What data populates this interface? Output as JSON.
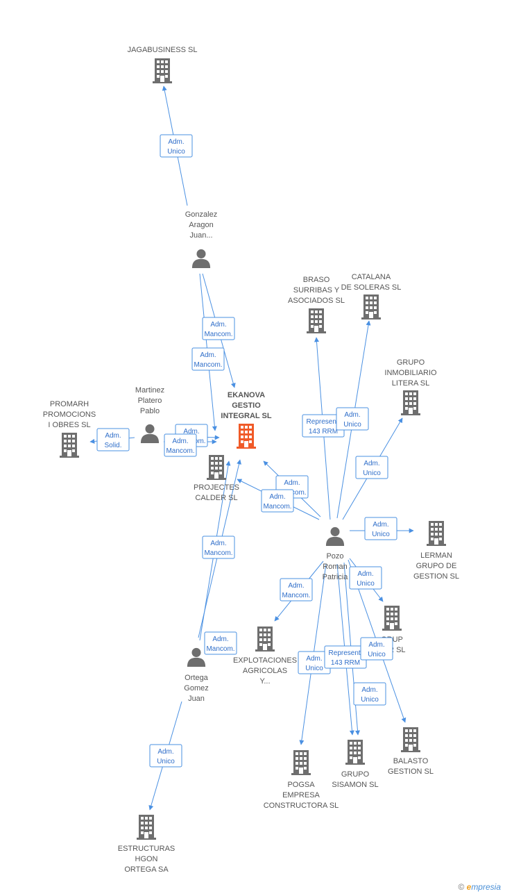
{
  "colors": {
    "edge": "#4a90e2",
    "company": "#6e6e6e",
    "person": "#6e6e6e",
    "main": "#f05a28"
  },
  "nodes": [
    {
      "id": "jagabusiness",
      "type": "company",
      "lines": [
        "JAGABUSINESS SL"
      ]
    },
    {
      "id": "gonzalez",
      "type": "person",
      "lines": [
        "Gonzalez",
        "Aragon",
        "Juan..."
      ]
    },
    {
      "id": "ekanova",
      "type": "main",
      "lines": [
        "EKANOVA",
        "GESTIO",
        "INTEGRAL SL"
      ]
    },
    {
      "id": "martinez",
      "type": "person",
      "lines": [
        "Martinez",
        "Platero",
        "Pablo"
      ]
    },
    {
      "id": "promarh",
      "type": "company",
      "lines": [
        "PROMARH",
        "PROMOCIONS",
        "I OBRES SL"
      ]
    },
    {
      "id": "projectes",
      "type": "company",
      "lines": [
        "PROJECTES",
        "CALDER SL"
      ]
    },
    {
      "id": "braso",
      "type": "company",
      "lines": [
        "BRASO",
        "SURRIBAS Y",
        "ASOCIADOS SL"
      ]
    },
    {
      "id": "catalana",
      "type": "company",
      "lines": [
        "CATALANA",
        "DE SOLERAS SL"
      ]
    },
    {
      "id": "grupoinmob",
      "type": "company",
      "lines": [
        "GRUPO",
        "INMOBILIARIO",
        "LITERA SL"
      ]
    },
    {
      "id": "pozo",
      "type": "person",
      "lines": [
        "Pozo",
        "Roman",
        "Patricia"
      ]
    },
    {
      "id": "lerman",
      "type": "company",
      "lines": [
        "LERMAN",
        "GRUPO DE",
        "GESTION SL"
      ]
    },
    {
      "id": "grupyer",
      "type": "company",
      "lines": [
        "GRUP",
        "YER SL"
      ]
    },
    {
      "id": "explotaciones",
      "type": "company",
      "lines": [
        "EXPLOTACIONES",
        "AGRICOLAS",
        "Y..."
      ]
    },
    {
      "id": "ortega",
      "type": "person",
      "lines": [
        "Ortega",
        "Gomez",
        "Juan"
      ]
    },
    {
      "id": "balasto",
      "type": "company",
      "lines": [
        "BALASTO",
        "GESTION SL"
      ]
    },
    {
      "id": "sisamon",
      "type": "company",
      "lines": [
        "GRUPO",
        "SISAMON SL"
      ]
    },
    {
      "id": "pogsa",
      "type": "company",
      "lines": [
        "POGSA",
        "EMPRESA",
        "CONSTRUCTORA SL"
      ]
    },
    {
      "id": "estructuras",
      "type": "company",
      "lines": [
        "ESTRUCTURAS",
        "HGON",
        "ORTEGA SA"
      ]
    }
  ],
  "edges": [
    {
      "from": "gonzalez",
      "to": "jagabusiness",
      "label": [
        "Adm.",
        "Unico"
      ]
    },
    {
      "from": "gonzalez",
      "to": "ekanova",
      "label": [
        "Adm.",
        "Mancom."
      ]
    },
    {
      "from": "gonzalez",
      "to": "ekanova",
      "label": [
        "Adm.",
        "Mancom."
      ]
    },
    {
      "from": "martinez",
      "to": "promarh",
      "label": [
        "Adm.",
        "Solid."
      ]
    },
    {
      "from": "martinez",
      "to": "ekanova",
      "label": [
        "Adm.",
        "Mancom."
      ]
    },
    {
      "from": "martinez",
      "to": "ekanova",
      "label": [
        "Adm.",
        "Mancom."
      ]
    },
    {
      "from": "pozo",
      "to": "braso",
      "label": [
        "Represent.",
        "143 RRM"
      ]
    },
    {
      "from": "pozo",
      "to": "catalana",
      "label": [
        "Adm.",
        "Unico"
      ]
    },
    {
      "from": "pozo",
      "to": "grupoinmob",
      "label": [
        "Adm.",
        "Unico"
      ]
    },
    {
      "from": "pozo",
      "to": "ekanova",
      "label": [
        "Adm.",
        "Mancom."
      ]
    },
    {
      "from": "pozo",
      "to": "projectes",
      "label": [
        "Adm.",
        "Mancom."
      ]
    },
    {
      "from": "pozo",
      "to": "lerman",
      "label": [
        "Adm.",
        "Unico"
      ]
    },
    {
      "from": "pozo",
      "to": "grupyer",
      "label": [
        "Adm.",
        "Unico"
      ]
    },
    {
      "from": "pozo",
      "to": "explotaciones",
      "label": [
        "Adm.",
        "Mancom."
      ]
    },
    {
      "from": "pozo",
      "to": "pogsa",
      "label": [
        "Adm.",
        "Unico"
      ]
    },
    {
      "from": "pozo",
      "to": "sisamon",
      "label": [
        "Represent.",
        "143 RRM"
      ]
    },
    {
      "from": "pozo",
      "to": "sisamon",
      "label": [
        "Adm.",
        "Unico"
      ]
    },
    {
      "from": "pozo",
      "to": "balasto",
      "label": [
        "Adm.",
        "Unico"
      ]
    },
    {
      "from": "ortega",
      "to": "ekanova",
      "label": [
        "Adm.",
        "Mancom."
      ]
    },
    {
      "from": "ortega",
      "to": "projectes",
      "label": [
        "Adm.",
        "Mancom."
      ]
    },
    {
      "from": "ortega",
      "to": "estructuras",
      "label": [
        "Adm.",
        "Unico"
      ]
    }
  ],
  "footer": {
    "copyright": "©",
    "brand_initial": "e",
    "brand_rest": "mpresia"
  }
}
